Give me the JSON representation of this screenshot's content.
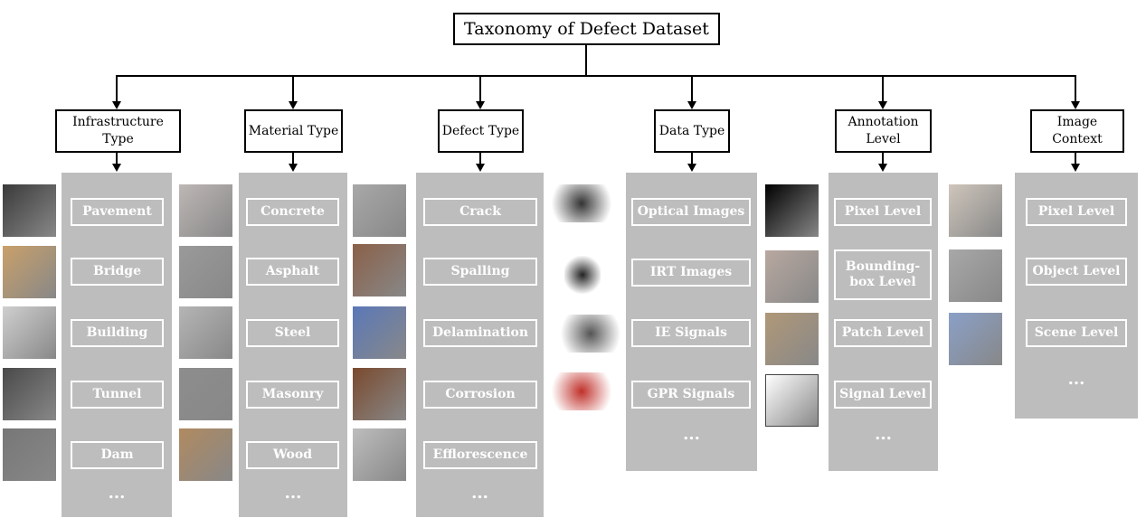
{
  "title": "Taxonomy of Defect Dataset",
  "categories": [
    {
      "label": "Infrastructure Type",
      "items": [
        "Pavement",
        "Bridge",
        "Building",
        "Tunnel",
        "Dam"
      ],
      "more": "..."
    },
    {
      "label": "Material Type",
      "items": [
        "Concrete",
        "Asphalt",
        "Steel",
        "Masonry",
        "Wood"
      ],
      "more": "..."
    },
    {
      "label": "Defect Type",
      "items": [
        "Crack",
        "Spalling",
        "Delamination",
        "Corrosion",
        "Efflorescence"
      ],
      "more": "..."
    },
    {
      "label": "Data Type",
      "items": [
        "Optical Images",
        "IRT Images",
        "IE Signals",
        "GPR Signals"
      ],
      "more": "..."
    },
    {
      "label": "Annotation Level",
      "items": [
        "Pixel Level",
        "Bounding-box Level",
        "Patch Level",
        "Signal Level"
      ],
      "more": "..."
    },
    {
      "label": "Image Context",
      "items": [
        "Pixel Level",
        "Object Level",
        "Scene Level"
      ],
      "more": "..."
    }
  ],
  "colors": {
    "panel": "#bdbdbd",
    "item_border": "#ffffff",
    "line": "#000000"
  }
}
